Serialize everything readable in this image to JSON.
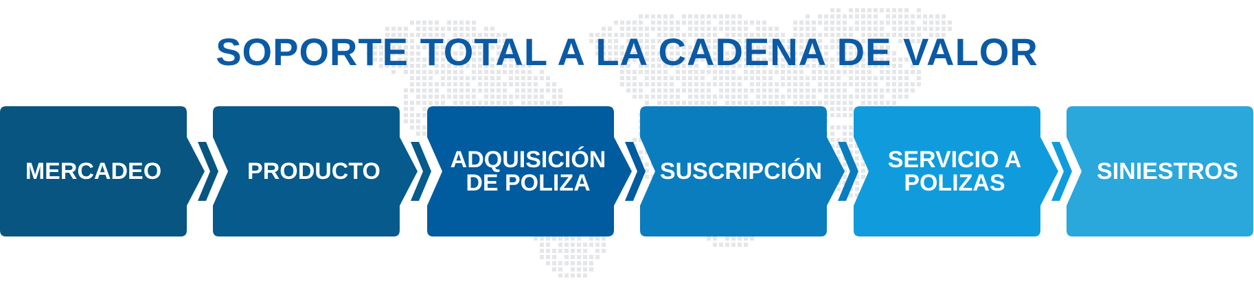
{
  "title": "SOPORTE TOTAL A LA CADENA DE VALOR",
  "colors": {
    "title": "#0a5aa6",
    "map_dots": "#e4e6e9",
    "background": "#ffffff"
  },
  "steps": [
    {
      "label": "MERCADEO",
      "color": "#075580"
    },
    {
      "label": "PRODUCTO",
      "color": "#065a8c"
    },
    {
      "label": "ADQUISICIÓN\nDE POLIZA",
      "color": "#005b9f"
    },
    {
      "label": "SUSCRIPCIÓN",
      "color": "#0a7dbf"
    },
    {
      "label": "SERVICIO A\nPOLIZAS",
      "color": "#109cdc"
    },
    {
      "label": "SINIESTROS",
      "color": "#2aa8db"
    }
  ]
}
